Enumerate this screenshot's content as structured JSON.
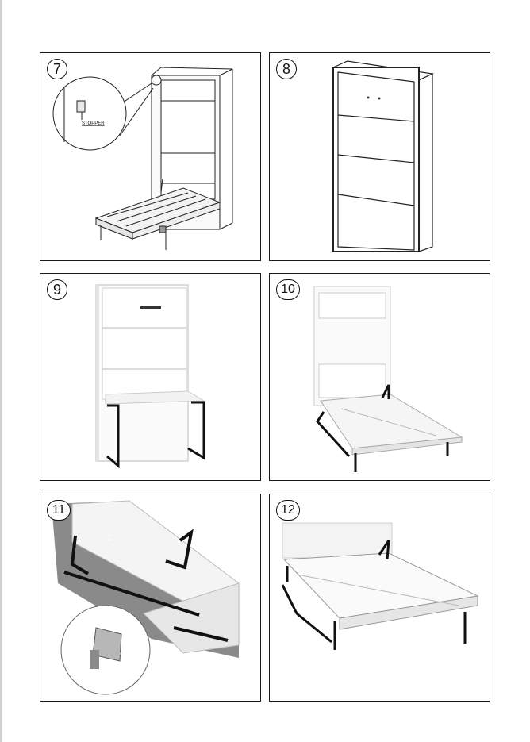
{
  "steps": [
    {
      "number": "7",
      "callout_label": "STOPPER"
    },
    {
      "number": "8"
    },
    {
      "number": "9"
    },
    {
      "number": "10"
    },
    {
      "number": "11",
      "part_label": "C",
      "zoom_label": "C"
    },
    {
      "number": "12"
    }
  ]
}
